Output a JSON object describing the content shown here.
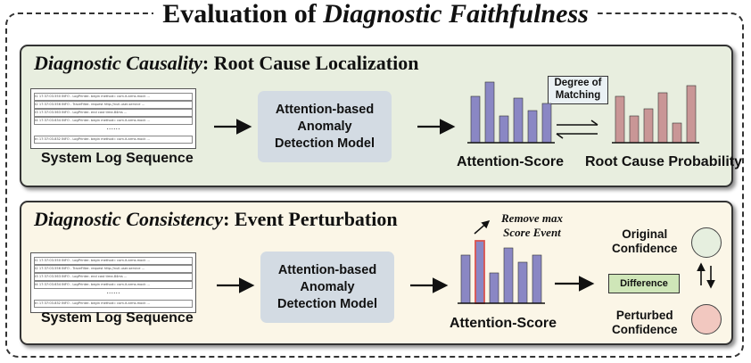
{
  "title": {
    "prefix": "Evaluation of ",
    "italic": "Diagnostic Faithfulness"
  },
  "log_rows": [
    {
      "id": "t1",
      "time": "17:37:03.550",
      "msg": "INFO - LogPrinter- begin method= com.it.arms.mock ..."
    },
    {
      "id": "t2",
      "time": "17:37:03.556",
      "msg": "INFO - TraceFilter- request http://null-user-service ..."
    },
    {
      "id": "t3",
      "time": "17:37:03.563",
      "msg": "INFO - LogPrinter- end cost time-84ms ..."
    },
    {
      "id": "t4",
      "time": "17:37:03.634",
      "msg": "INFO - LogPrinter- begin method= com.it.arms.mock ..."
    }
  ],
  "log_last": {
    "id": "tn",
    "time": "17:37:03.832",
    "msg": "INFO - LogPrinter- begin method= com.it.arms.mock ..."
  },
  "log_ellipsis": "......",
  "panel1": {
    "title_italic": "Diagnostic Causality",
    "title_rest": ": Root Cause Localization",
    "log_label": "System Log Sequence",
    "model_lines": [
      "Attention-based",
      "Anomaly",
      "Detection Model"
    ],
    "attention_label": "Attention-Score",
    "match_lines": [
      "Degree of",
      "Matching"
    ],
    "root_label": "Root Cause Probability"
  },
  "panel2": {
    "title_italic": "Diagnostic Consistency",
    "title_rest": ": Event Perturbation",
    "log_label": "System Log Sequence",
    "model_lines": [
      "Attention-based",
      "Anomaly",
      "Detection Model"
    ],
    "attention_label": "Attention-Score",
    "remove_lines": [
      "Remove max",
      "Score Event"
    ],
    "original_lines": [
      "Original",
      "Confidence"
    ],
    "difference": "Difference",
    "perturbed_lines": [
      "Perturbed",
      "Confidence"
    ]
  },
  "colors": {
    "attention_bar": "#8a87c4",
    "root_bar": "#c99696",
    "highlight_outline": "#d9534f",
    "original_circle": "#e6efdf",
    "perturbed_circle": "#f2c8c0"
  }
}
